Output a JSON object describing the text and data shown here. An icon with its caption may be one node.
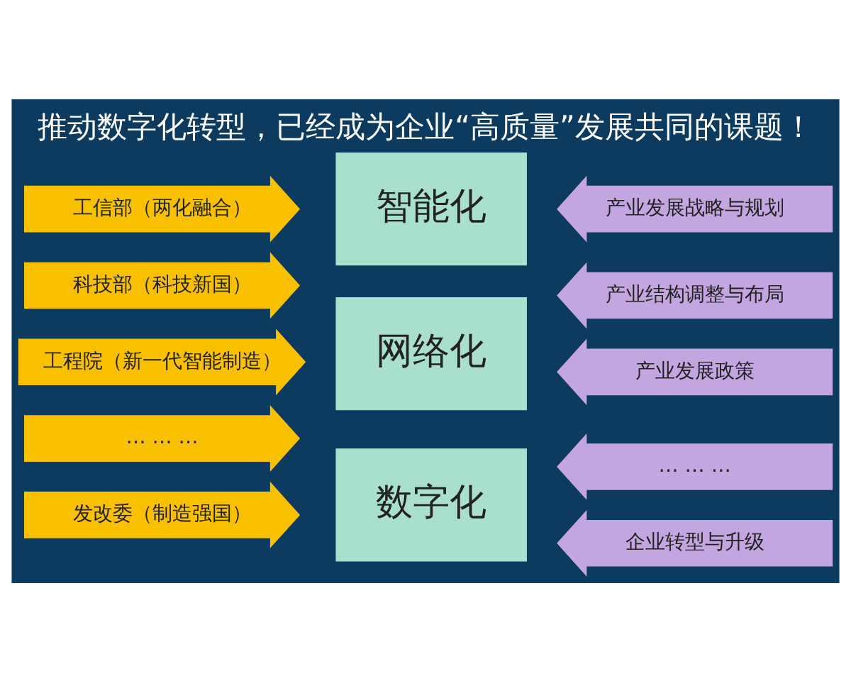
{
  "diagram": {
    "title": "推动数字化转型，已经成为企业“高质量”发展共同的课题！",
    "nodes": [
      {
        "text": [
          "工信部（两化融合）"
        ]
      },
      {
        "text": [
          "工程院（新一代智能制造）"
        ]
      },
      {
        "text": [
          "科技部（科技新国）"
        ]
      },
      {
        "text": [
          "发改委（制造强国）"
        ]
      },
      {
        "text": [
          "… … …"
        ]
      },
      {
        "text": [
          "智能化"
        ]
      },
      {
        "text": [
          "网络化"
        ]
      },
      {
        "text": [
          "数字化"
        ]
      },
      {
        "text": [
          "产业发展战略与规划"
        ]
      },
      {
        "text": [
          "产业发展政策"
        ]
      },
      {
        "text": [
          "产业结构调整与布局"
        ]
      },
      {
        "text": [
          "企业转型与升级"
        ]
      },
      {
        "text": [
          "… … …"
        ]
      }
    ]
  }
}
